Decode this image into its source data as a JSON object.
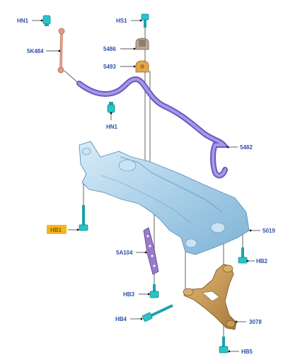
{
  "parts": {
    "hn1_top": "HN1",
    "k484": "5K484",
    "hn1_bottom": "HN1",
    "hs1": "HS1",
    "p5486": "5486",
    "p5493": "5493",
    "p5482": "5482",
    "hb1": "HB1",
    "p5019": "5019",
    "a104": "5A104",
    "hb2": "HB2",
    "hb3": "HB3",
    "hb4": "HB4",
    "p3078": "3078",
    "hb5": "HB5"
  },
  "colors": {
    "label_text": "#2e4fa8",
    "highlight_label_bg": "#f5b51e",
    "highlight_label_text": "#b8860b",
    "subframe": "#a9cfe8",
    "stabilizer_bar": "#8a79d6",
    "link": "#e39a82",
    "lower_arm": "#c99a55",
    "bracket": "#9a7ac8",
    "fastener": "#27c5c9"
  }
}
